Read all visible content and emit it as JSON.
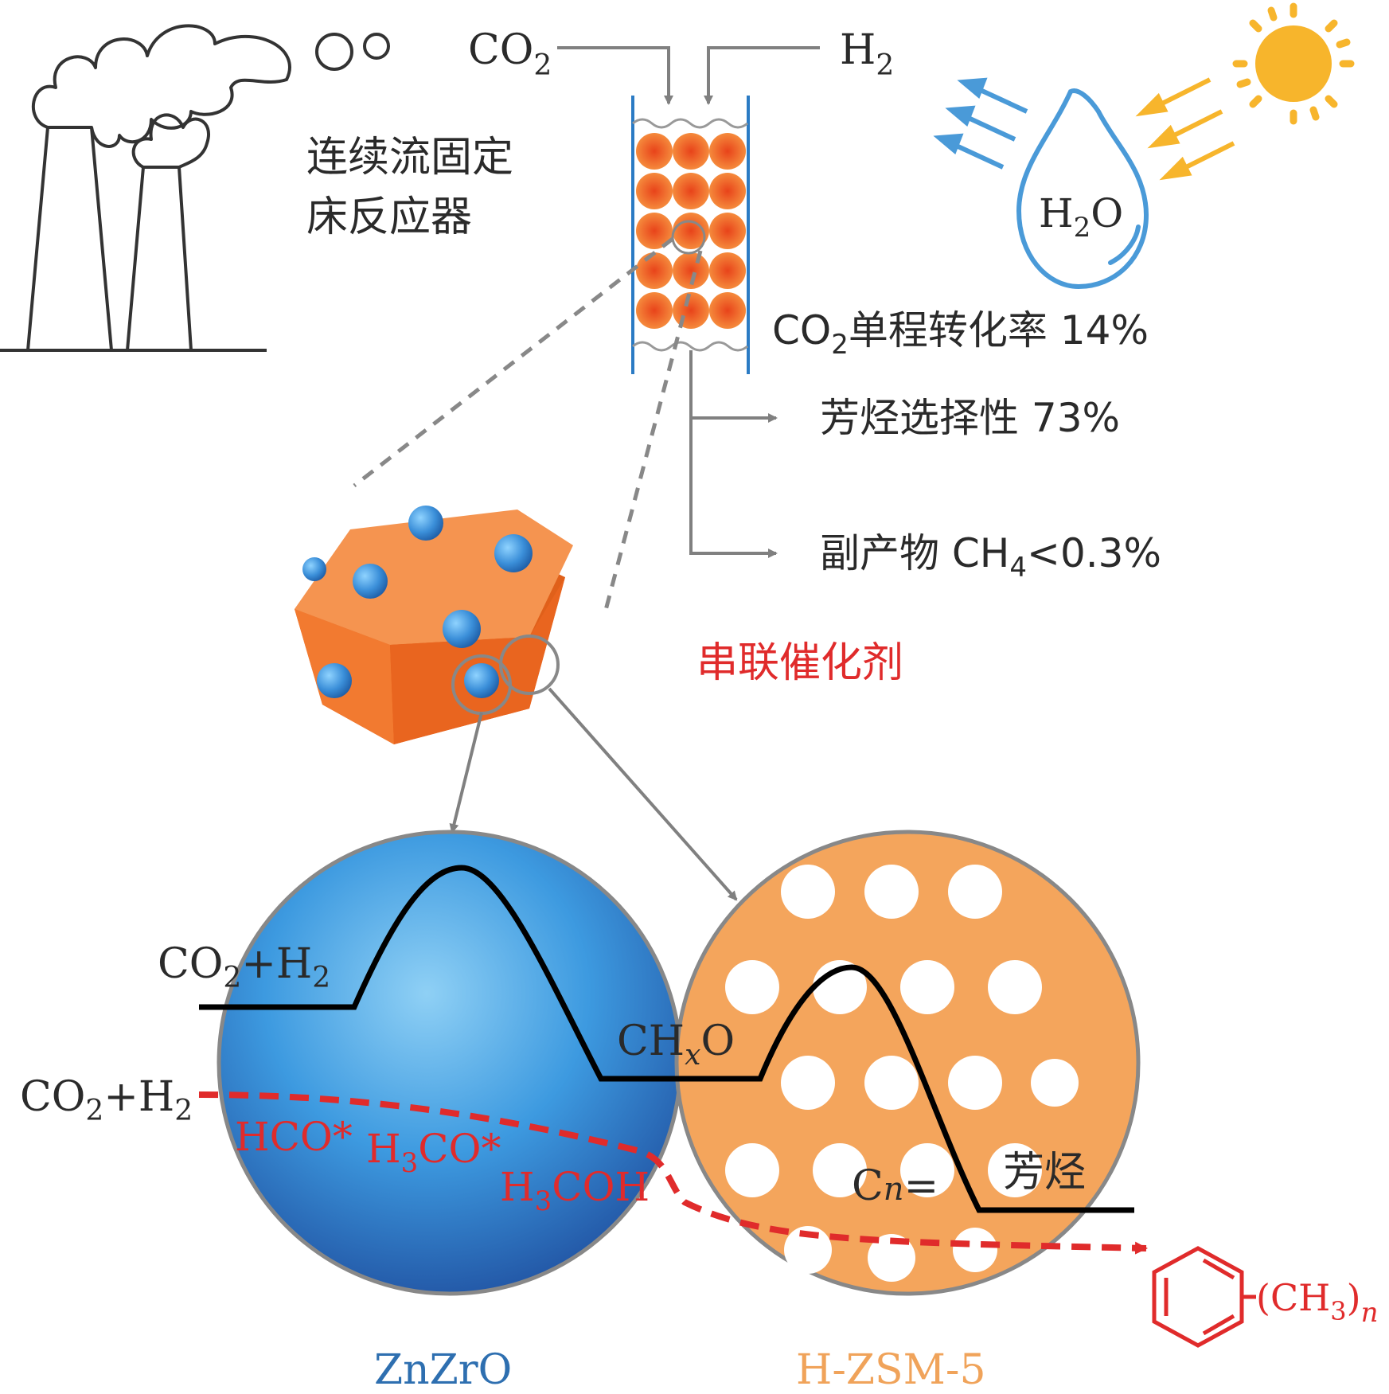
{
  "reactor": {
    "label_line1": "连续流固定",
    "label_line2": "床反应器",
    "feed_co2": "CO",
    "feed_co2_sub": "2",
    "feed_h2": "H",
    "feed_h2_sub": "2"
  },
  "water": {
    "label": "H",
    "label_sub": "2",
    "label_tail": "O"
  },
  "results": {
    "conversion_pre": "CO",
    "conversion_sub": "2",
    "conversion_post": "单程转化率 14%",
    "aromatics_selectivity": "芳烃选择性 73%",
    "byproduct_pre": "副产物 CH",
    "byproduct_sub": "4",
    "byproduct_post": "<0.3%"
  },
  "catalyst": {
    "label": "串联催化剂"
  },
  "mechanism": {
    "black_start_pre": "CO",
    "black_start_sub": "2",
    "black_start_post": "+H",
    "black_start_sub2": "2",
    "intermediate_pre": "CH",
    "intermediate_sub": "x",
    "intermediate_post": "O",
    "olefin_pre": "C",
    "olefin_sub": "n",
    "olefin_post": "=",
    "product": "芳烃",
    "red_start_pre": "CO",
    "red_start_sub": "2",
    "red_start_post": "+H",
    "red_start_sub2": "2",
    "red_hco": "HCO*",
    "red_h3co_pre": "H",
    "red_h3co_sub": "3",
    "red_h3co_post": "CO*",
    "red_h3coh_pre": "H",
    "red_h3coh_sub": "3",
    "red_h3coh_post": "COH",
    "benzene_sub_pre": "(CH",
    "benzene_sub_sub": "3",
    "benzene_sub_post": ")",
    "benzene_sub_n": "n"
  },
  "spheres": {
    "left_label": "ZnZrO",
    "right_label": "H-ZSM-5"
  },
  "colors": {
    "arrow_gray": "#808080",
    "particle_orange": "#f06a21",
    "zeolite_orange": "#f4a55c",
    "oxide_blue": "#3d9ae0",
    "red_path": "#e02b2b",
    "sun_yellow": "#f7b52c",
    "water_blue": "#4a9ad8"
  }
}
